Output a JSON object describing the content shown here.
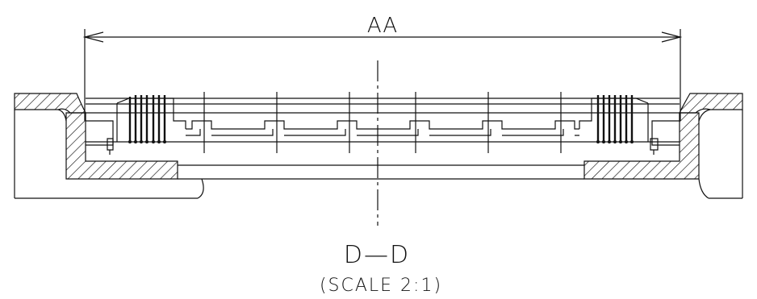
{
  "dimension": {
    "label": "AA"
  },
  "section": {
    "title": "D—D",
    "scale": "(SCALE 2:1)"
  },
  "colors": {
    "line": "#111111",
    "background": "#ffffff"
  }
}
